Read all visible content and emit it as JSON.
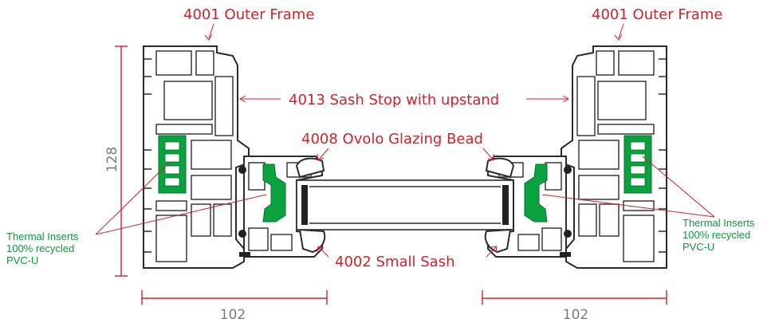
{
  "labels": {
    "outer_frame_left": "4001 Outer Frame",
    "outer_frame_right": "4001 Outer Frame",
    "sash_stop": "4013 Sash Stop with upstand",
    "glazing_bead": "4008 Ovolo Glazing Bead",
    "small_sash": "4002 Small Sash"
  },
  "thermal_left": [
    "Thermal Inserts",
    "100% recycled",
    "PVC-U"
  ],
  "thermal_right": [
    "Thermal Inserts",
    "100% recycled",
    "PVC-U"
  ],
  "dimensions": {
    "height": "128",
    "width_left": "102",
    "width_right": "102"
  },
  "colors": {
    "label": "#d42028",
    "thermal": "#0a9a3a",
    "dimension_text": "#7a7a7a",
    "outline": "#2b2b2b"
  }
}
